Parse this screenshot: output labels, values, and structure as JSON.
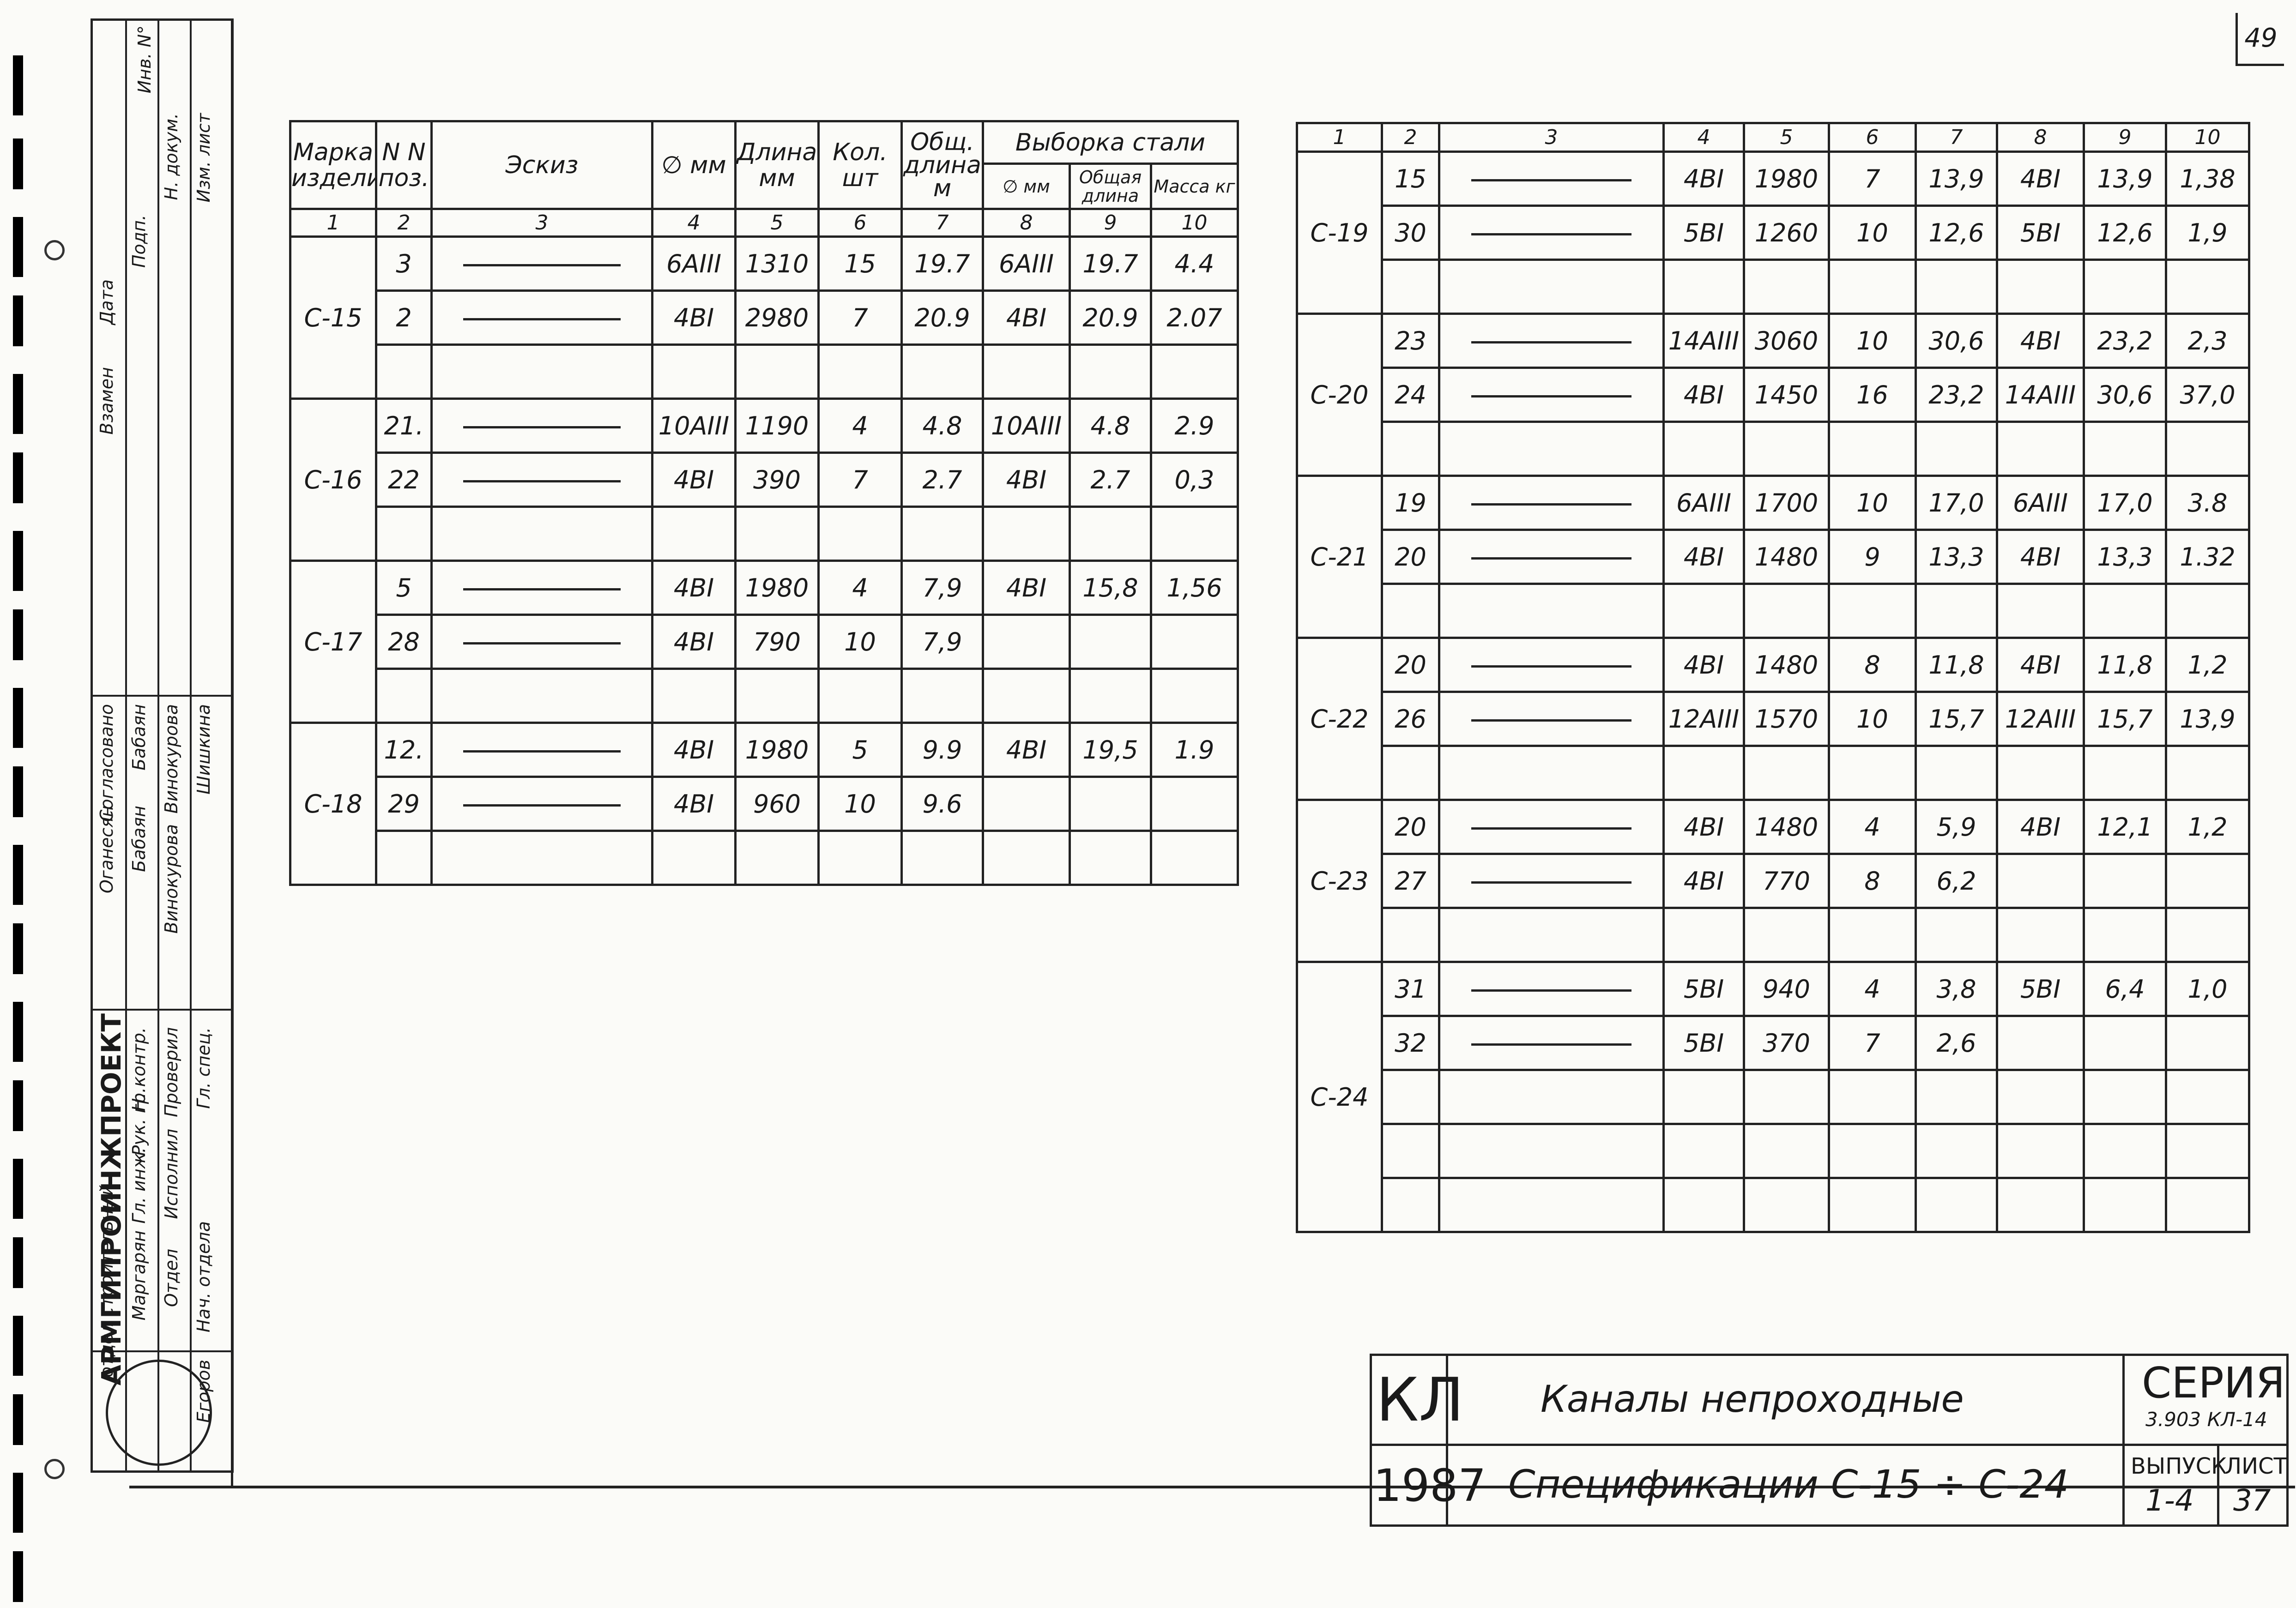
{
  "page_number": "49",
  "stamp": {
    "inv_label": "Инв. N°",
    "org": "АРМГИПРОИНЖПРОЕКТ",
    "roles": [
      "Гл. инж.",
      "Рук. гр.",
      "Н. контр.",
      "Проверил",
      "Исполнил",
      "Гл. спец.",
      "Нач. отдела"
    ],
    "names": [
      "Оганесян",
      "Бабаян",
      "Бабаян",
      "Винокурова",
      "Винокурова",
      "Шишкина"
    ],
    "misc": [
      "Изм. лист",
      "Н. докум.",
      "Подп.",
      "Дата",
      "Взамен",
      "Согласовано",
      "отдел строительный",
      "Отдел",
      "Маргарян",
      "Егоров"
    ]
  },
  "left_table": {
    "headers": {
      "mark": "Марка изделия",
      "pos": "N N поз.",
      "sketch": "Эскиз",
      "diam": "∅ мм",
      "length": "Длина мм",
      "qty": "Кол. шт",
      "total_len": "Общ. длина м",
      "selection": "Выборка стали",
      "sel_diam": "∅ мм",
      "sel_len": "Общая длина",
      "sel_mass": "Масса кг"
    },
    "col_numbers": [
      "1",
      "2",
      "3",
      "4",
      "5",
      "6",
      "7",
      "8",
      "9",
      "10"
    ],
    "groups": [
      {
        "mark": "С-15",
        "rows": [
          [
            "3",
            "6AIII",
            "1310",
            "15",
            "19.7",
            "6AIII",
            "19.7",
            "4.4"
          ],
          [
            "2",
            "4BI",
            "2980",
            "7",
            "20.9",
            "4BI",
            "20.9",
            "2.07"
          ],
          [
            "",
            "",
            "",
            "",
            "",
            "",
            "",
            ""
          ]
        ]
      },
      {
        "mark": "С-16",
        "rows": [
          [
            "21.",
            "10AIII",
            "1190",
            "4",
            "4.8",
            "10AIII",
            "4.8",
            "2.9"
          ],
          [
            "22",
            "4BI",
            "390",
            "7",
            "2.7",
            "4BI",
            "2.7",
            "0,3"
          ],
          [
            "",
            "",
            "",
            "",
            "",
            "",
            "",
            ""
          ]
        ]
      },
      {
        "mark": "С-17",
        "rows": [
          [
            "5",
            "4BI",
            "1980",
            "4",
            "7,9",
            "4BI",
            "15,8",
            "1,56"
          ],
          [
            "28",
            "4BI",
            "790",
            "10",
            "7,9",
            "",
            "",
            ""
          ],
          [
            "",
            "",
            "",
            "",
            "",
            "",
            "",
            ""
          ]
        ]
      },
      {
        "mark": "С-18",
        "rows": [
          [
            "12.",
            "4BI",
            "1980",
            "5",
            "9.9",
            "4BI",
            "19,5",
            "1.9"
          ],
          [
            "29",
            "4BI",
            "960",
            "10",
            "9.6",
            "",
            "",
            ""
          ],
          [
            "",
            "",
            "",
            "",
            "",
            "",
            "",
            ""
          ]
        ]
      }
    ]
  },
  "right_table": {
    "col_numbers": [
      "1",
      "2",
      "3",
      "4",
      "5",
      "6",
      "7",
      "8",
      "9",
      "10"
    ],
    "groups": [
      {
        "mark": "С-19",
        "rows": [
          [
            "15",
            "4BI",
            "1980",
            "7",
            "13,9",
            "4BI",
            "13,9",
            "1,38"
          ],
          [
            "30",
            "5BI",
            "1260",
            "10",
            "12,6",
            "5BI",
            "12,6",
            "1,9"
          ],
          [
            "",
            "",
            "",
            "",
            "",
            "",
            "",
            ""
          ]
        ]
      },
      {
        "mark": "С-20",
        "rows": [
          [
            "23",
            "14AIII",
            "3060",
            "10",
            "30,6",
            "4BI",
            "23,2",
            "2,3"
          ],
          [
            "24",
            "4BI",
            "1450",
            "16",
            "23,2",
            "14AIII",
            "30,6",
            "37,0"
          ],
          [
            "",
            "",
            "",
            "",
            "",
            "",
            "",
            ""
          ]
        ]
      },
      {
        "mark": "С-21",
        "rows": [
          [
            "19",
            "6AIII",
            "1700",
            "10",
            "17,0",
            "6AIII",
            "17,0",
            "3.8"
          ],
          [
            "20",
            "4BI",
            "1480",
            "9",
            "13,3",
            "4BI",
            "13,3",
            "1.32"
          ],
          [
            "",
            "",
            "",
            "",
            "",
            "",
            "",
            ""
          ]
        ]
      },
      {
        "mark": "С-22",
        "rows": [
          [
            "20",
            "4BI",
            "1480",
            "8",
            "11,8",
            "4BI",
            "11,8",
            "1,2"
          ],
          [
            "26",
            "12AIII",
            "1570",
            "10",
            "15,7",
            "12AIII",
            "15,7",
            "13,9"
          ],
          [
            "",
            "",
            "",
            "",
            "",
            "",
            "",
            ""
          ]
        ]
      },
      {
        "mark": "С-23",
        "rows": [
          [
            "20",
            "4BI",
            "1480",
            "4",
            "5,9",
            "4BI",
            "12,1",
            "1,2"
          ],
          [
            "27",
            "4BI",
            "770",
            "8",
            "6,2",
            "",
            "",
            ""
          ],
          [
            "",
            "",
            "",
            "",
            "",
            "",
            "",
            ""
          ]
        ]
      },
      {
        "mark": "С-24",
        "rows": [
          [
            "31",
            "5BI",
            "940",
            "4",
            "3,8",
            "5BI",
            "6,4",
            "1,0"
          ],
          [
            "32",
            "5BI",
            "370",
            "7",
            "2,6",
            "",
            "",
            ""
          ],
          [
            "",
            "",
            "",
            "",
            "",
            "",
            "",
            ""
          ],
          [
            "",
            "",
            "",
            "",
            "",
            "",
            "",
            ""
          ],
          [
            "",
            "",
            "",
            "",
            "",
            "",
            "",
            ""
          ]
        ]
      }
    ]
  },
  "title_block": {
    "code": "КЛ",
    "year": "1987",
    "title_line1": "Каналы непроходные",
    "title_line2": "Спецификации С-15 ÷ С-24",
    "series_label": "СЕРИЯ",
    "series_value": "3.903 КЛ-14",
    "issue_label": "ВЫПУСК",
    "issue_value": "1-4",
    "sheet_label": "ЛИСТ",
    "sheet_value": "37"
  }
}
